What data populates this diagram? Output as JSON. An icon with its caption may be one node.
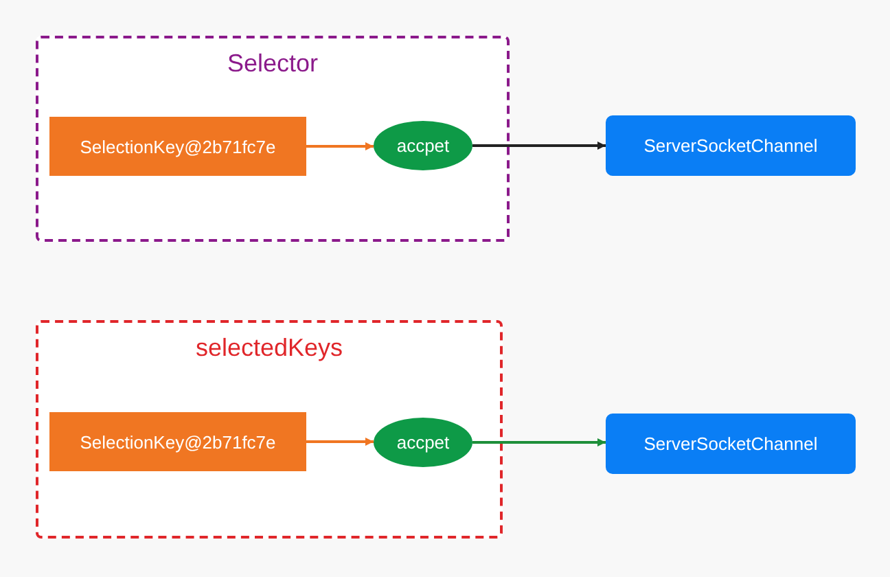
{
  "diagram": {
    "nodes": [
      {
        "text": [
          "Selector"
        ]
      },
      {
        "text": [
          "SelectionKey@2b71fc7e"
        ],
        "in": 0
      },
      {
        "text": [
          "accpet"
        ],
        "in": 0
      },
      {
        "text": [
          "ServerSocketChannel"
        ]
      },
      {
        "text": [
          "selectedKeys"
        ]
      },
      {
        "text": [
          "SelectionKey@2b71fc7e"
        ],
        "in": 4
      },
      {
        "text": [
          "accpet"
        ],
        "in": 4
      },
      {
        "text": [
          "ServerSocketChannel"
        ]
      }
    ],
    "edges": [
      {
        "from": 1,
        "to": 2,
        "arrow": "to",
        "color": "#f07622"
      },
      {
        "from": 2,
        "to": 3,
        "arrow": "to",
        "color": "#222222"
      },
      {
        "from": 5,
        "to": 6,
        "arrow": "to",
        "color": "#f07622"
      },
      {
        "from": 6,
        "to": 7,
        "arrow": "to",
        "color": "#1e8f3a"
      }
    ]
  }
}
